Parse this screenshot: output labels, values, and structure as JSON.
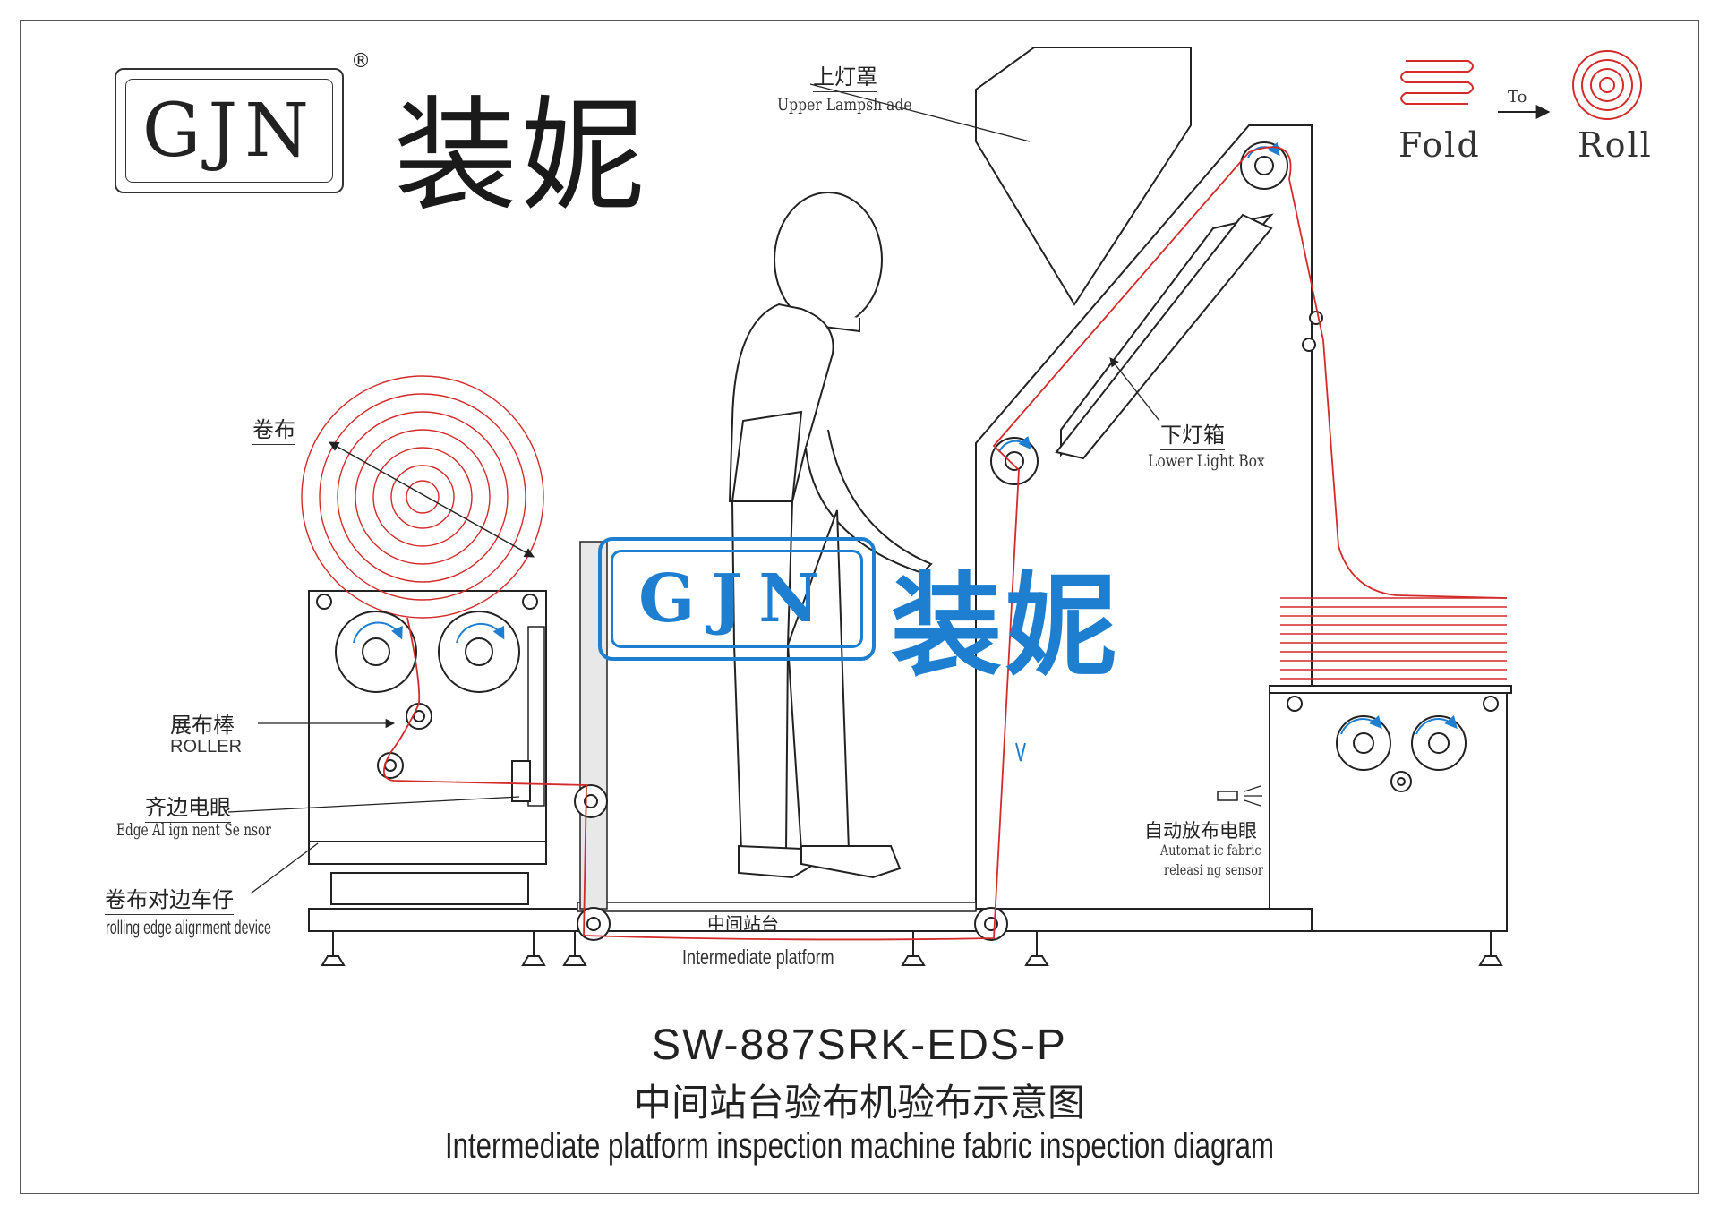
{
  "brand": {
    "logo_text": "GJN",
    "registered_mark": "®",
    "chinese_name": "装妮",
    "watermark_text": "GJN",
    "watermark_chinese": "装妮"
  },
  "legend": {
    "fold_label": "Fold",
    "arrow_label": "To",
    "roll_label": "Roll"
  },
  "labels": {
    "upper_lamp_cn": "上灯罩",
    "upper_lamp_en": "Upper Lampsh ade",
    "lower_lightbox_cn": "下灯箱",
    "lower_lightbox_en": "Lower Light Box",
    "roll_cloth_cn": "卷布",
    "roller_cn": "展布棒",
    "roller_en": "ROLLER",
    "edge_sensor_cn": "齐边电眼",
    "edge_sensor_en": "Edge Al ign nent Se nsor",
    "edge_device_cn": "卷布对边车仔",
    "edge_device_en": "rolling edge alignment device",
    "platform_cn": "中间站台",
    "platform_en": "Intermediate platform",
    "auto_sensor_cn": "自动放布电眼",
    "auto_sensor_en_line1": "Automat ic fabric",
    "auto_sensor_en_line2": "releasi ng sensor"
  },
  "title": {
    "model": "SW-887SRK-EDS-P",
    "chinese": "中间站台验布机验布示意图",
    "english": "Intermediate platform inspection machine fabric inspection diagram"
  },
  "colors": {
    "fabric_line": "#d42a2a",
    "outline": "#222222",
    "watermark": "#1e7fd1",
    "rotation_arrow": "#1e7fd1"
  }
}
